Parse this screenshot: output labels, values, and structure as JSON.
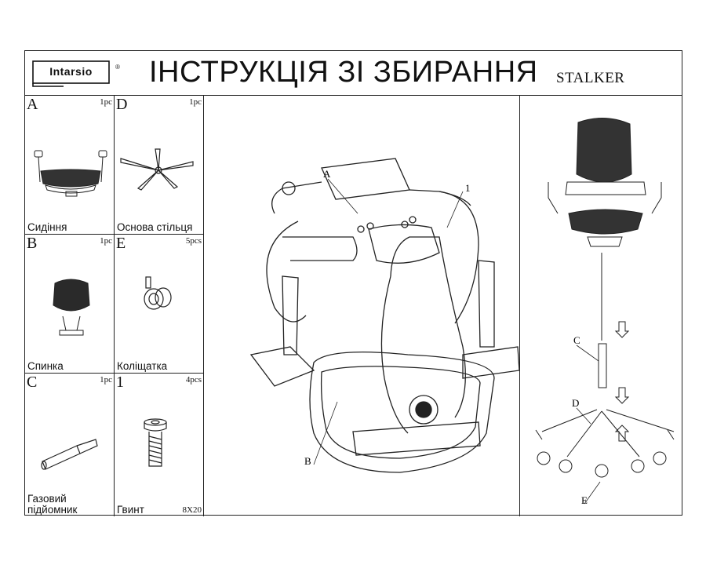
{
  "header": {
    "logo": "Intarsio",
    "logo_mark": "®",
    "title": "ІНСТРУКЦІЯ ЗІ ЗБИРАННЯ",
    "model": "STALKER"
  },
  "parts": [
    {
      "letter": "A",
      "qty": "1pc",
      "name": "Сидіння",
      "spec": ""
    },
    {
      "letter": "D",
      "qty": "1pc",
      "name": "Основа стільця",
      "spec": ""
    },
    {
      "letter": "B",
      "qty": "1pc",
      "name": "Спинка",
      "spec": ""
    },
    {
      "letter": "E",
      "qty": "5pcs",
      "name": "Коліщатка",
      "spec": ""
    },
    {
      "letter": "C",
      "qty": "1pc",
      "name": "Газовий підйомник",
      "spec": ""
    },
    {
      "letter": "1",
      "qty": "4pcs",
      "name": "Гвинт",
      "spec": "8X20"
    }
  ],
  "callouts": {
    "center": {
      "a": "A",
      "one": "1",
      "b": "B"
    },
    "right": {
      "c": "C",
      "d": "D",
      "e": "E"
    }
  }
}
